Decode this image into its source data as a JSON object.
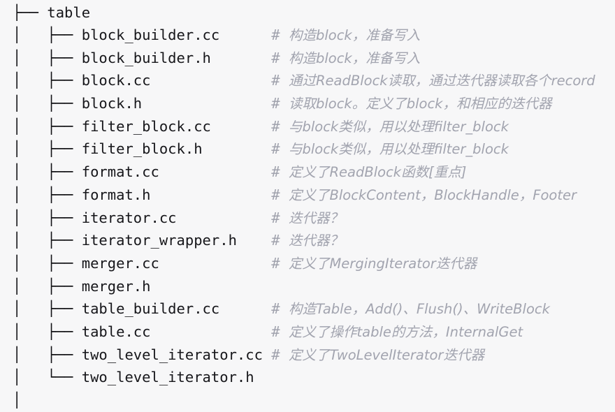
{
  "view": {
    "kind": "directory-tree-listing",
    "root_label": "table",
    "background_color": "#f7f7f8",
    "filename_color": "#16161a",
    "comment_color": "#a2a4af",
    "branch_color": "#111114",
    "comment_marker": "#",
    "name_column_width": 22
  },
  "tree": {
    "rows": [
      {
        "indent": "",
        "branch": "├── ",
        "name": "table",
        "marker": "",
        "comment": ""
      },
      {
        "indent": "│   ",
        "branch": "├── ",
        "name": "block_builder.cc",
        "marker": "#",
        "comment": "构造block，准备写入"
      },
      {
        "indent": "│   ",
        "branch": "├── ",
        "name": "block_builder.h",
        "marker": "#",
        "comment": "构造block，准备写入"
      },
      {
        "indent": "│   ",
        "branch": "├── ",
        "name": "block.cc",
        "marker": "#",
        "comment": "通过ReadBlock读取，通过迭代器读取各个record"
      },
      {
        "indent": "│   ",
        "branch": "├── ",
        "name": "block.h",
        "marker": "#",
        "comment": "读取block。定义了block，和相应的迭代器"
      },
      {
        "indent": "│   ",
        "branch": "├── ",
        "name": "filter_block.cc",
        "marker": "#",
        "comment": "与block类似，用以处理filter_block"
      },
      {
        "indent": "│   ",
        "branch": "├── ",
        "name": "filter_block.h",
        "marker": "#",
        "comment": "与block类似，用以处理filter_block"
      },
      {
        "indent": "│   ",
        "branch": "├── ",
        "name": "format.cc",
        "marker": "#",
        "comment": "定义了ReadBlock函数[重点]"
      },
      {
        "indent": "│   ",
        "branch": "├── ",
        "name": "format.h",
        "marker": "#",
        "comment": "定义了BlockContent，BlockHandle，Footer"
      },
      {
        "indent": "│   ",
        "branch": "├── ",
        "name": "iterator.cc",
        "marker": "#",
        "comment": "迭代器？"
      },
      {
        "indent": "│   ",
        "branch": "├── ",
        "name": "iterator_wrapper.h",
        "marker": "#",
        "comment": "迭代器？"
      },
      {
        "indent": "│   ",
        "branch": "├── ",
        "name": "merger.cc",
        "marker": "#",
        "comment": "定义了MergingIterator迭代器"
      },
      {
        "indent": "│   ",
        "branch": "├── ",
        "name": "merger.h",
        "marker": "",
        "comment": ""
      },
      {
        "indent": "│   ",
        "branch": "├── ",
        "name": "table_builder.cc",
        "marker": "#",
        "comment": "构造Table，Add()、Flush()、WriteBlock"
      },
      {
        "indent": "│   ",
        "branch": "├── ",
        "name": "table.cc",
        "marker": "#",
        "comment": "定义了操作table的方法，InternalGet"
      },
      {
        "indent": "│   ",
        "branch": "├── ",
        "name": "two_level_iterator.cc",
        "marker": "#",
        "comment": "定义了TwoLevelIterator迭代器"
      },
      {
        "indent": "│   ",
        "branch": "└── ",
        "name": "two_level_iterator.h",
        "marker": "",
        "comment": ""
      }
    ],
    "trailing_rail": "│"
  }
}
